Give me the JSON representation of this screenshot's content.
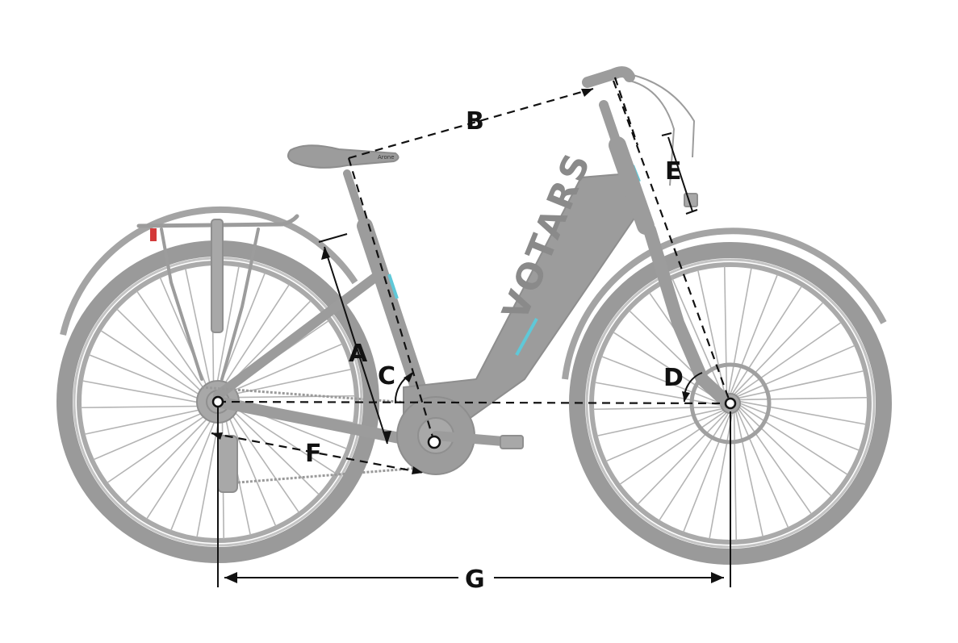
{
  "diagram": {
    "frame_brand": "VOTARS",
    "saddle_brand": "Arone",
    "dimension_labels": {
      "a": "A",
      "b": "B",
      "c": "C",
      "d": "D",
      "e": "E",
      "f": "F",
      "g": "G"
    }
  },
  "colors": {
    "bike": "#9c9c9c",
    "accent": "#5fc8d8",
    "dimension_lines": "#111111",
    "background": "#ffffff"
  }
}
